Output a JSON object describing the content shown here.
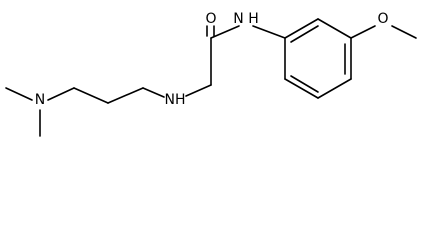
{
  "structure": {
    "atoms": {
      "amine_n": "N",
      "linker_nh": "NH",
      "carbonyl_o": "O",
      "amide_nh": "N H",
      "ether_o": "O"
    },
    "colors": {
      "bond": "#000000",
      "label": "#000000",
      "background": "#ffffff"
    }
  }
}
